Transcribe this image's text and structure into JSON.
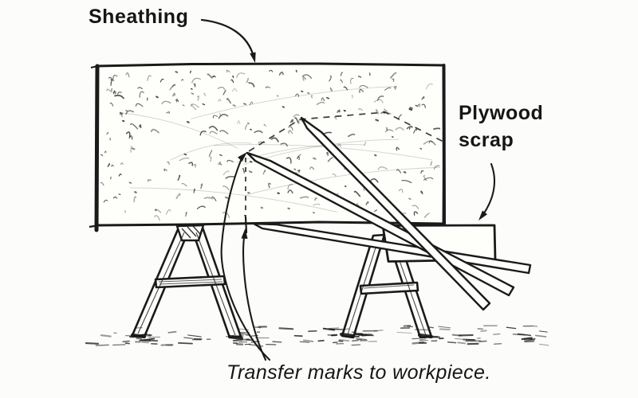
{
  "figure": {
    "type": "hand-drawn construction illustration",
    "labels": {
      "sheathing": "Sheathing",
      "plywood_scrap": "Plywood scrap",
      "caption": "Transfer marks to workpiece."
    },
    "objects": {
      "sawhorse_count": 2,
      "workpiece_board_count": 3
    },
    "colors": {
      "ink": "#1a1a1a",
      "paper": "#fcfcfa"
    }
  }
}
